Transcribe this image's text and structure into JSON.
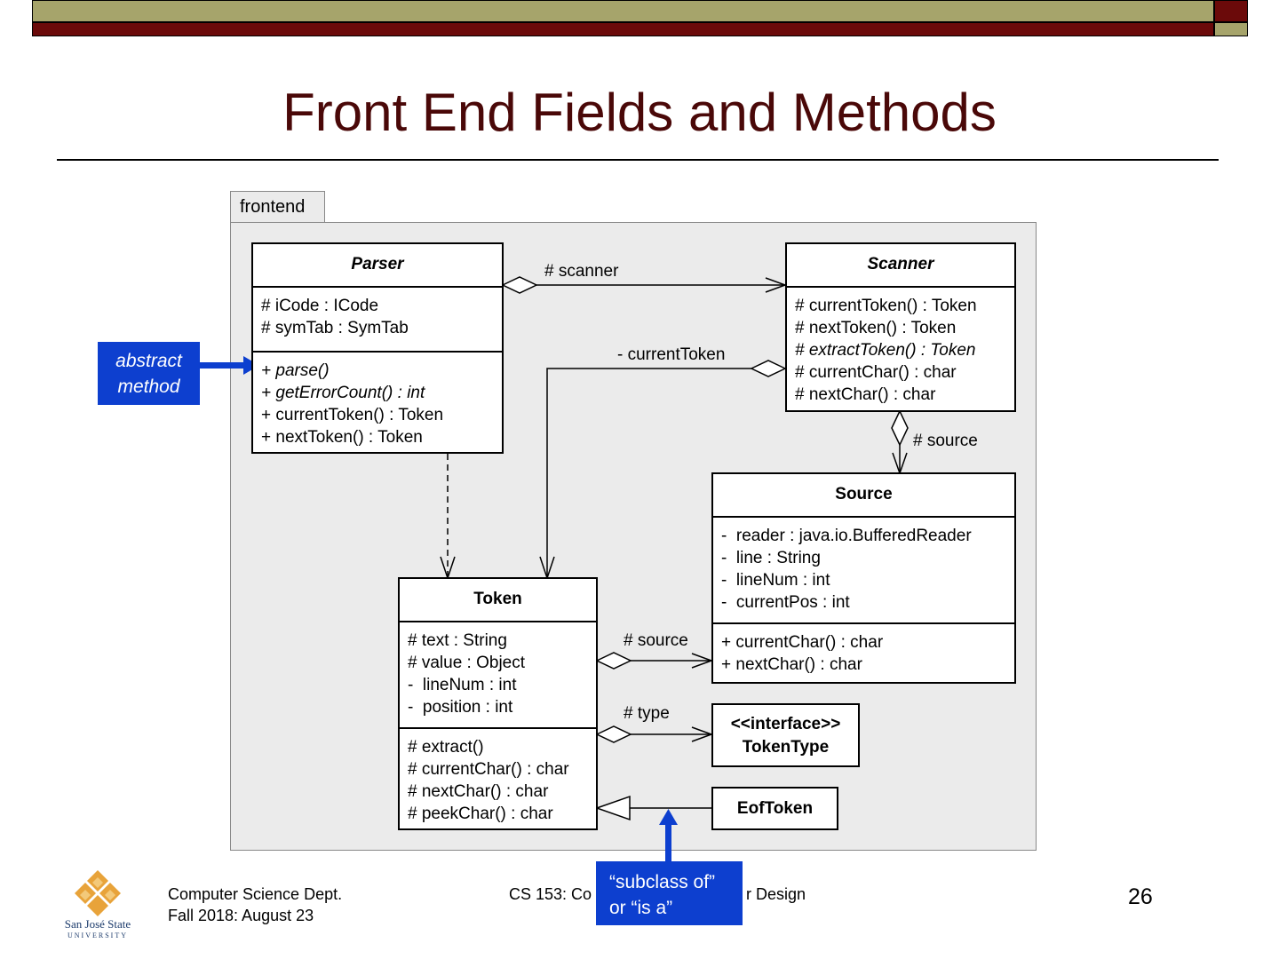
{
  "slide": {
    "title": "Front End Fields and Methods",
    "page_number": "26"
  },
  "diagram": {
    "package_label": "frontend",
    "classes": {
      "parser": {
        "name": "Parser",
        "fields": [
          "# iCode : ICode",
          "# symTab : SymTab"
        ],
        "methods": [
          "+ parse()",
          "+ getErrorCount() : int",
          "+ currentToken() : Token",
          "+ nextToken() : Token"
        ]
      },
      "scanner": {
        "name": "Scanner",
        "methods": [
          "# currentToken() : Token",
          "# nextToken() : Token",
          "# extractToken() : Token",
          "# currentChar() : char",
          "# nextChar() : char"
        ]
      },
      "source": {
        "name": "Source",
        "fields": [
          "-  reader : java.io.BufferedReader",
          "-  line : String",
          "-  lineNum : int",
          "-  currentPos : int"
        ],
        "methods": [
          "+ currentChar() : char",
          "+ nextChar() : char"
        ]
      },
      "token": {
        "name": "Token",
        "fields": [
          "# text : String",
          "# value : Object",
          "-  lineNum : int",
          "-  position : int"
        ],
        "methods": [
          "# extract()",
          "# currentChar() : char",
          "# nextChar() : char",
          "# peekChar() : char"
        ]
      },
      "token_type": {
        "stereotype": "<<interface>>",
        "name": "TokenType"
      },
      "eof_token": {
        "name": "EofToken"
      }
    },
    "edge_labels": {
      "parser_scanner": "# scanner",
      "scanner_token": "- currentToken",
      "scanner_source": "# source",
      "token_source": "# source",
      "token_type": "# type"
    },
    "callouts": {
      "abstract_line1": "abstract",
      "abstract_line2": "method",
      "subclass_line1": "“subclass of”",
      "subclass_line2": "or “is a”"
    }
  },
  "footer": {
    "dept": "Computer Science Dept.",
    "term": "Fall 2018: August 23",
    "course_visible_left": "CS 153: Co",
    "course_visible_right": "r Design",
    "logo_line1": "San José State",
    "logo_line2": "UNIVERSITY"
  },
  "colors": {
    "olive": "#a6a46b",
    "dark_red": "#6b0a0a",
    "title_color": "#4a0808",
    "callout_blue": "#0d3fcf",
    "package_bg": "#ebebeb"
  }
}
